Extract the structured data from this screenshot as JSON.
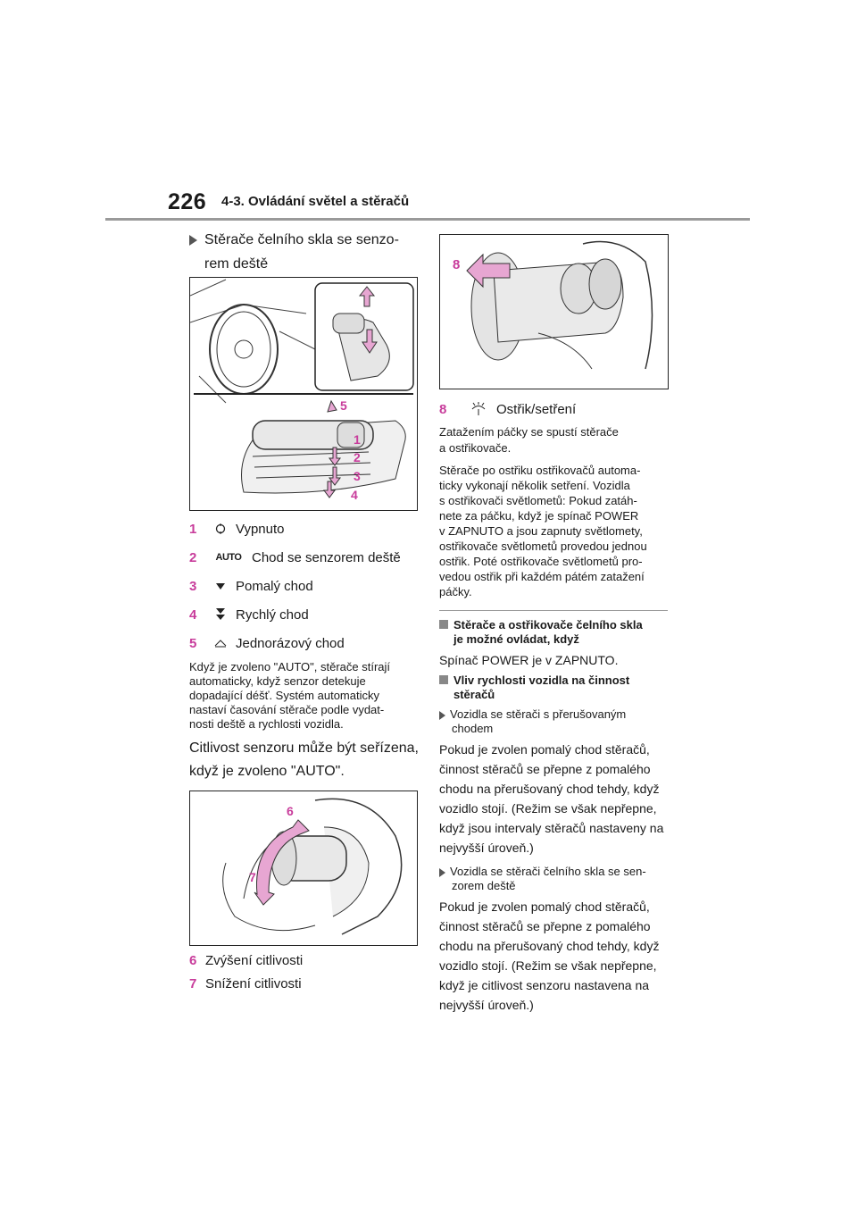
{
  "header": {
    "page_number": "226",
    "section_title": "4-3. Ovládání světel a stěračů"
  },
  "left": {
    "heading": "Stěrače čelního skla se senzo-rem deště",
    "heading_line1": "Stěrače čelního skla se senzo-",
    "heading_line2": "rem deště",
    "fig1_labels": [
      "5",
      "1",
      "2",
      "3",
      "4"
    ],
    "items": [
      {
        "num": "1",
        "icon": "off-icon",
        "label": "Vypnuto"
      },
      {
        "num": "2",
        "icon": "auto-icon",
        "icon_text": "AUTO",
        "label": "Chod se senzorem deště"
      },
      {
        "num": "3",
        "icon": "single-down-arrow-icon",
        "label": "Pomalý chod"
      },
      {
        "num": "4",
        "icon": "double-down-arrow-icon",
        "label": "Rychlý chod"
      },
      {
        "num": "5",
        "icon": "mist-icon",
        "label": "Jednorázový chod"
      }
    ],
    "auto_text": [
      "Když je zvoleno \"AUTO\", stěrače stírají",
      "automaticky, když senzor detekuje",
      "dopadající déšť. Systém automaticky",
      "nastaví časování stěrače podle vydat-",
      "nosti deště a rychlosti vozidla."
    ],
    "sensitivity_text": [
      "Citlivost senzoru může být seřízena,",
      "když je zvoleno \"AUTO\"."
    ],
    "fig2_labels": [
      "6",
      "7"
    ],
    "items2": [
      {
        "num": "6",
        "label": "Zvýšení citlivosti"
      },
      {
        "num": "7",
        "label": "Snížení citlivosti"
      }
    ]
  },
  "right": {
    "fig3_label": "8",
    "item8": {
      "num": "8",
      "icon": "washer-icon",
      "label": "Ostřik/setření"
    },
    "para1": [
      "Zatažením páčky se spustí stěrače",
      "a ostřikovače."
    ],
    "para2": [
      "Stěrače po ostřiku ostřikovačů automa-",
      "ticky vykonají několik setření. Vozidla",
      "s ostřikovači světlometů: Pokud zatáh-",
      "nete za páčku, když je spínač POWER",
      "v ZAPNUTO a jsou zapnuty světlomety,",
      "ostřikovače světlometů provedou jednou",
      "ostřik. Poté ostřikovače světlometů pro-",
      "vedou ostřik při každém pátém zatažení",
      "páčky."
    ],
    "note1_title": [
      "Stěrače a ostřikovače čelního skla",
      "je možné ovládat, když"
    ],
    "note1_text": "Spínač POWER je v ZAPNUTO.",
    "note2_title": [
      "Vliv rychlosti vozidla na činnost",
      "stěračů"
    ],
    "sub1_title": [
      "Vozidla se stěrači s přerušovaným",
      "chodem"
    ],
    "sub1_text": [
      "Pokud je zvolen pomalý chod stěračů,",
      "činnost stěračů se přepne z pomalého",
      "chodu na přerušovaný chod tehdy, když",
      "vozidlo stojí. (Režim se však nepřepne,",
      "když jsou intervaly stěračů nastaveny na",
      "nejvyšší úroveň.)"
    ],
    "sub2_title": [
      "Vozidla se stěrači čelního skla se sen-",
      "zorem deště"
    ],
    "sub2_text": [
      "Pokud je zvolen pomalý chod stěračů,",
      "činnost stěračů se přepne z pomalého",
      "chodu na přerušovaný chod tehdy, když",
      "vozidlo stojí. (Režim se však nepřepne,",
      "když je citlivost senzoru nastavena na",
      "nejvyšší úroveň.)"
    ]
  },
  "colors": {
    "accent": "#c83c9b",
    "rule": "#9a9a9a",
    "arrow_fill": "#e7a6d2"
  }
}
